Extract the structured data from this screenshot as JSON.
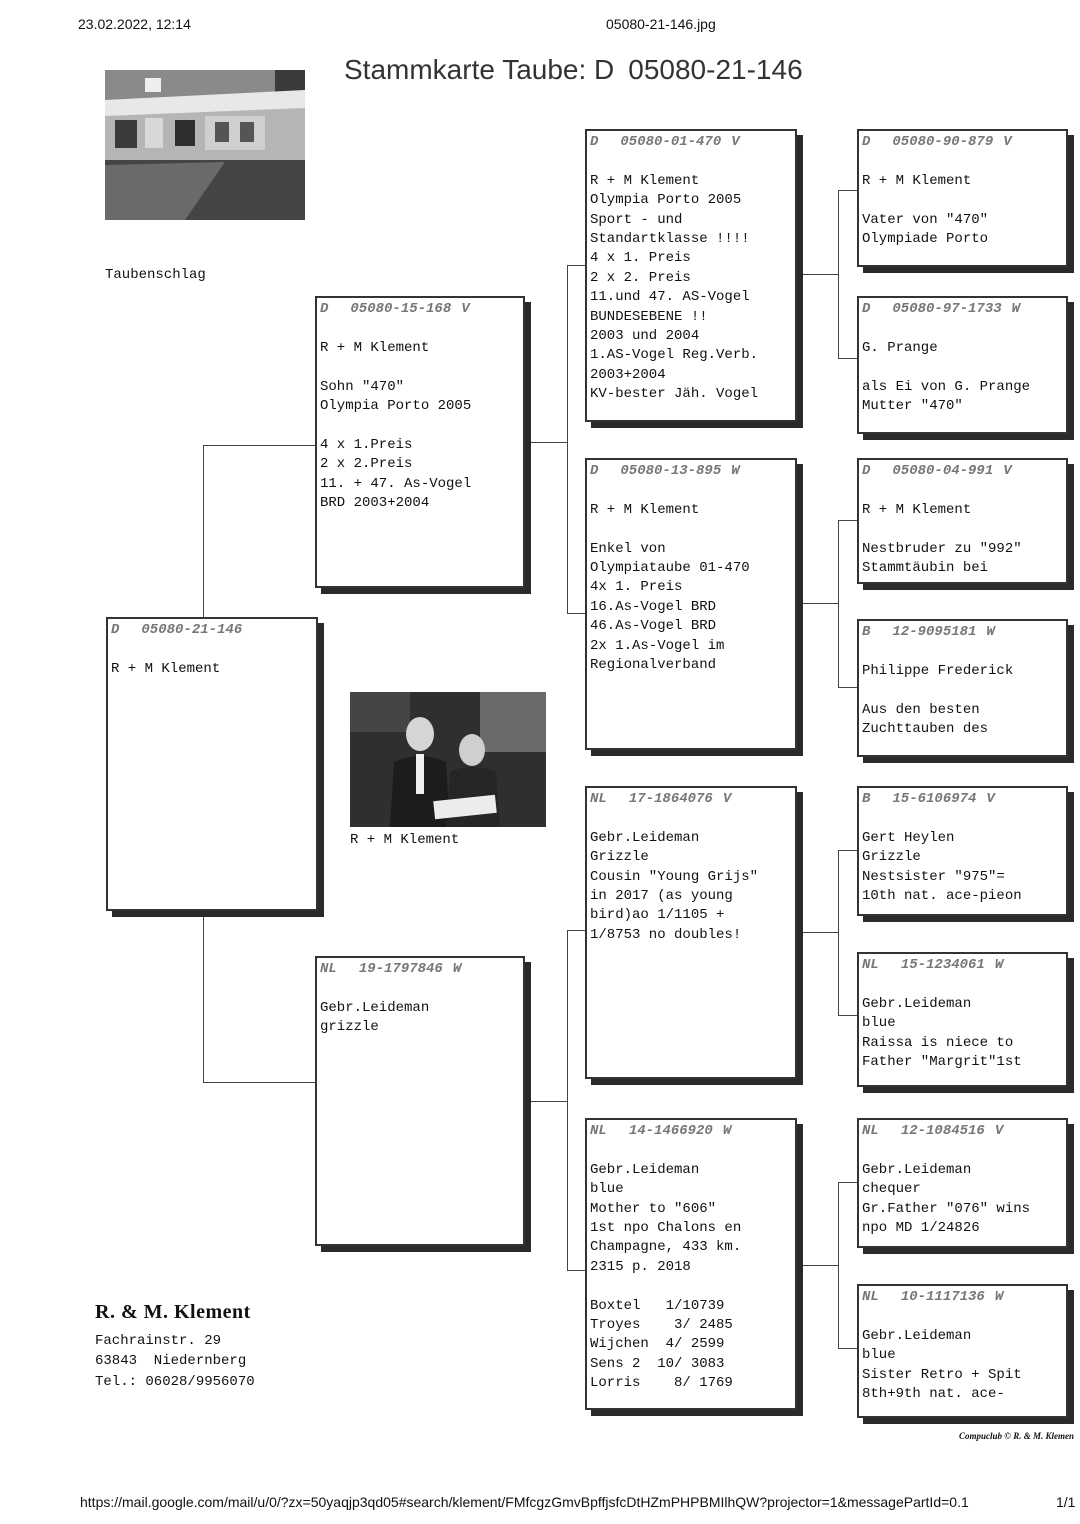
{
  "header": {
    "datetime": "23.02.2022, 12:14",
    "filename": "05080-21-146.jpg"
  },
  "title": {
    "prefix": "Stammkarte Taube: D",
    "ring": "05080-21-146"
  },
  "photo_loft": {
    "label": "Taubenschlag"
  },
  "photo_people": {
    "label": "R + M Klement"
  },
  "cards": [
    {
      "id": "main",
      "country": "D",
      "ring": "05080-21-146",
      "sex": "",
      "lines": [
        "",
        "R + M Klement"
      ]
    },
    {
      "id": "sire",
      "country": "D",
      "ring": "05080-15-168",
      "sex": "V",
      "lines": [
        "",
        "R + M Klement",
        "",
        "Sohn \"470\"",
        "Olympia Porto 2005",
        "",
        "4 x 1.Preis",
        "2 x 2.Preis",
        "11. + 47. As-Vogel",
        "BRD 2003+2004"
      ]
    },
    {
      "id": "dam",
      "country": "NL",
      "ring": "19-1797846",
      "sex": "W",
      "lines": [
        "",
        "Gebr.Leideman",
        "grizzle"
      ]
    },
    {
      "id": "ss",
      "country": "D",
      "ring": "05080-01-470",
      "sex": "V",
      "lines": [
        "",
        "R + M Klement",
        "Olympia Porto 2005",
        "Sport - und",
        "Standartklasse !!!!",
        "4 x 1. Preis",
        "2 x 2. Preis",
        "11.und 47. AS-Vogel",
        "BUNDESEBENE !!",
        "2003 und 2004",
        "1.AS-Vogel Reg.Verb.",
        "2003+2004",
        "KV-bester Jäh. Vogel"
      ]
    },
    {
      "id": "sd",
      "country": "D",
      "ring": "05080-13-895",
      "sex": "W",
      "lines": [
        "",
        "R + M Klement",
        "",
        "Enkel von",
        "Olympiataube 01-470",
        "4x 1. Preis",
        "16.As-Vogel BRD",
        "46.As-Vogel BRD",
        "2x 1.As-Vogel im",
        "Regionalverband"
      ]
    },
    {
      "id": "ds",
      "country": "NL",
      "ring": "17-1864076",
      "sex": "V",
      "lines": [
        "",
        "Gebr.Leideman",
        "Grizzle",
        "Cousin \"Young Grijs\"",
        "in 2017 (as young",
        "bird)ao 1/1105 +",
        "1/8753 no doubles!"
      ]
    },
    {
      "id": "dd",
      "country": "NL",
      "ring": "14-1466920",
      "sex": "W",
      "lines": [
        "",
        "Gebr.Leideman",
        "blue",
        "Mother to \"606\"",
        "1st npo Chalons en",
        "Champagne, 433 km.",
        "2315 p. 2018",
        "",
        "Boxtel   1/10739",
        "Troyes    3/ 2485",
        "Wijchen  4/ 2599",
        "Sens 2  10/ 3083",
        "Lorris    8/ 1769"
      ]
    },
    {
      "id": "sss",
      "country": "D",
      "ring": "05080-90-879",
      "sex": "V",
      "lines": [
        "",
        "R + M Klement",
        "",
        "Vater von \"470\"",
        "Olympiade Porto"
      ]
    },
    {
      "id": "ssd",
      "country": "D",
      "ring": "05080-97-1733",
      "sex": "W",
      "lines": [
        "",
        "G. Prange",
        "",
        "als Ei von G. Prange",
        "Mutter \"470\""
      ]
    },
    {
      "id": "sds",
      "country": "D",
      "ring": "05080-04-991",
      "sex": "V",
      "lines": [
        "",
        "R + M Klement",
        "",
        "Nestbruder zu \"992\"",
        "Stammtäubin bei"
      ]
    },
    {
      "id": "sdd",
      "country": "B",
      "ring": "12-9095181",
      "sex": "W",
      "lines": [
        "",
        "Philippe Frederick",
        "",
        "Aus den besten",
        "Zuchttauben des"
      ]
    },
    {
      "id": "dss",
      "country": "B",
      "ring": "15-6106974",
      "sex": "V",
      "lines": [
        "",
        "Gert Heylen",
        "Grizzle",
        "Nestsister \"975\"=",
        "10th nat. ace-pieon"
      ]
    },
    {
      "id": "dsd",
      "country": "NL",
      "ring": "15-1234061",
      "sex": "W",
      "lines": [
        "",
        "Gebr.Leideman",
        "blue",
        "Raissa is niece to",
        "Father \"Margrit\"1st"
      ]
    },
    {
      "id": "dds",
      "country": "NL",
      "ring": "12-1084516",
      "sex": "V",
      "lines": [
        "",
        "Gebr.Leideman",
        "chequer",
        "Gr.Father \"076\" wins",
        "npo MD 1/24826"
      ]
    },
    {
      "id": "ddd",
      "country": "NL",
      "ring": "10-1117136",
      "sex": "W",
      "lines": [
        "",
        "Gebr.Leideman",
        "blue",
        "Sister Retro + Spit",
        "8th+9th nat. ace-"
      ]
    }
  ],
  "address": {
    "name": "R. & M. Klement",
    "street": "Fachrainstr. 29",
    "city": "63843  Niedernberg",
    "phone": "Tel.: 06028/9956070"
  },
  "credit": "Compuclub © R. & M. Klemen",
  "footer": {
    "url": "https://mail.google.com/mail/u/0/?zx=50yaqjp3qd05#search/klement/FMfcgzGmvBpffjsfcDtHZmPHPBMIlhQW?projector=1&messagePartId=0.1",
    "page": "1/1"
  }
}
